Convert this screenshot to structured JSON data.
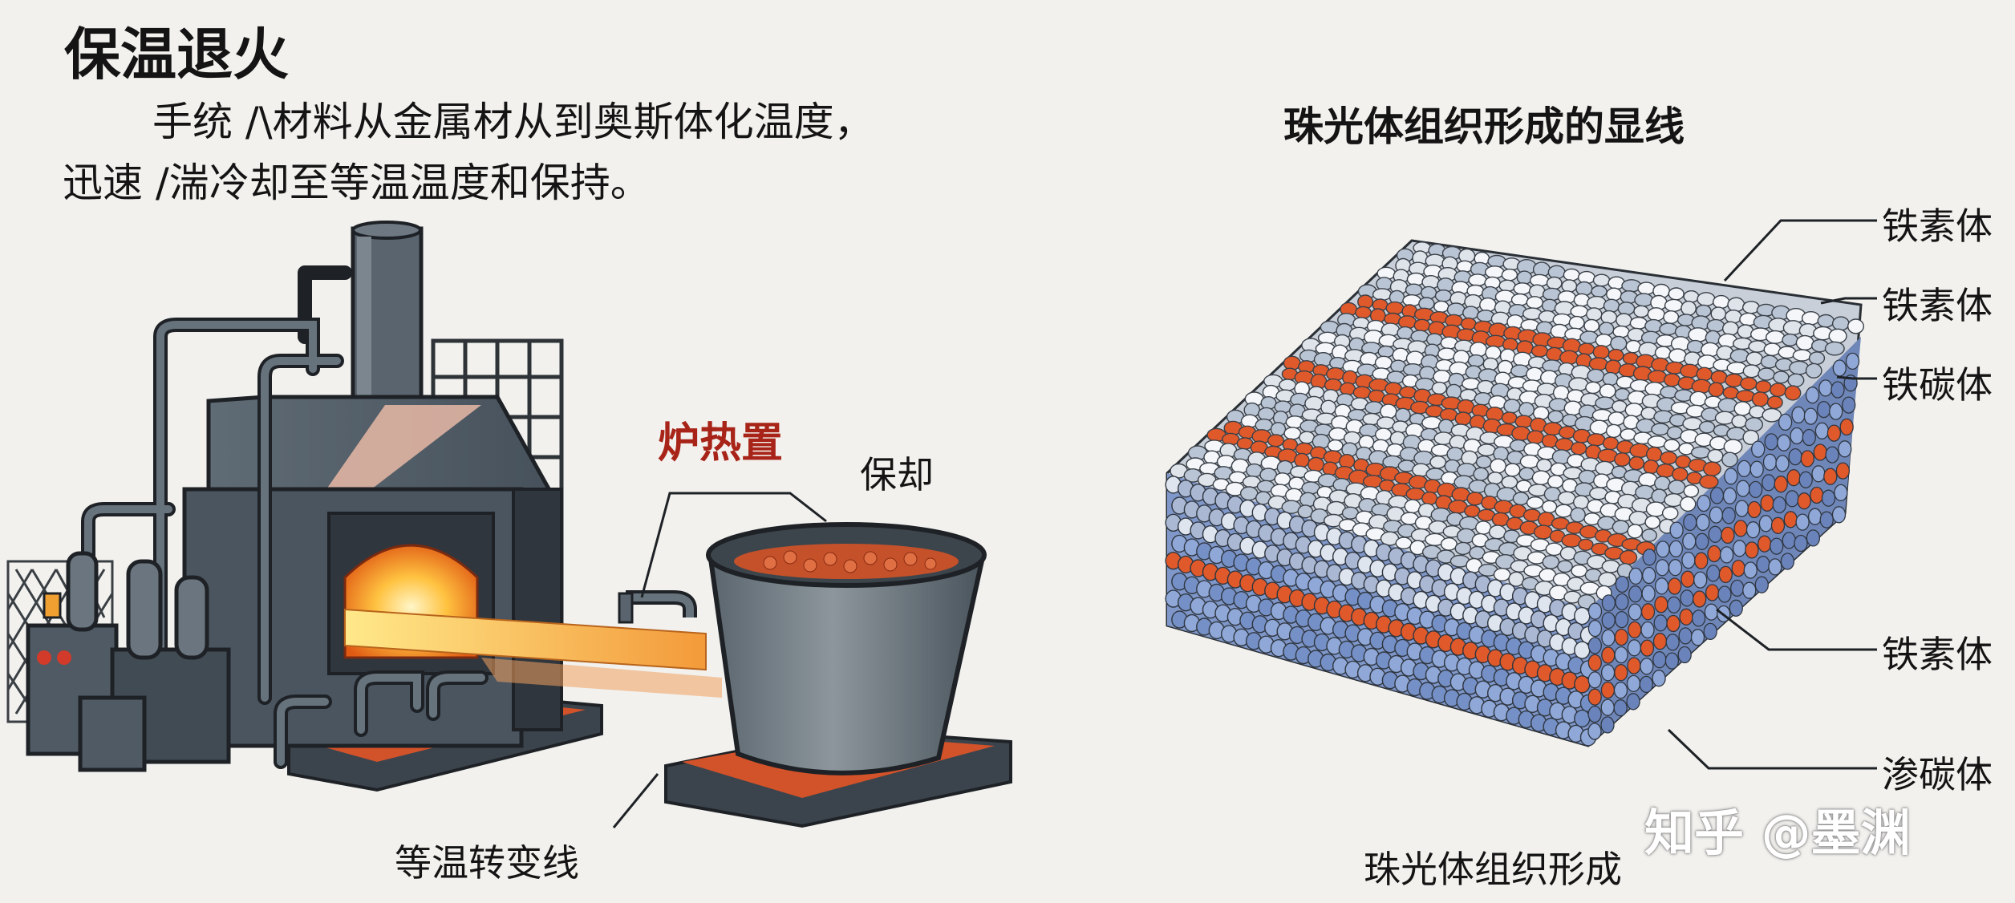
{
  "left_panel": {
    "title": "保温退火",
    "desc_line1": "手统 /\\材料从金属材从到奥斯体化温度，",
    "desc_line2": "迅速 /湍冷却至等温温度和保持。",
    "label_heating": "炉热置",
    "label_holding": "保却",
    "label_isothermal": "等温转变线"
  },
  "right_panel": {
    "title": "珠光体组织形成的显线",
    "labels": [
      "铁素体",
      "铁素体",
      "铁碳体",
      "铁素体",
      "渗碳体"
    ],
    "caption": "珠光体组织形成"
  },
  "watermark": "知乎 @墨渊",
  "colors": {
    "background": "#f2f1ee",
    "furnace_body": "#4a5560",
    "furnace_dark": "#2f363d",
    "glow": "#ffb030",
    "ferrite": "#dfe3ea",
    "ferrite_blue": "#8fa8d8",
    "cementite": "#e0592a",
    "heat_label": "#a82418"
  }
}
